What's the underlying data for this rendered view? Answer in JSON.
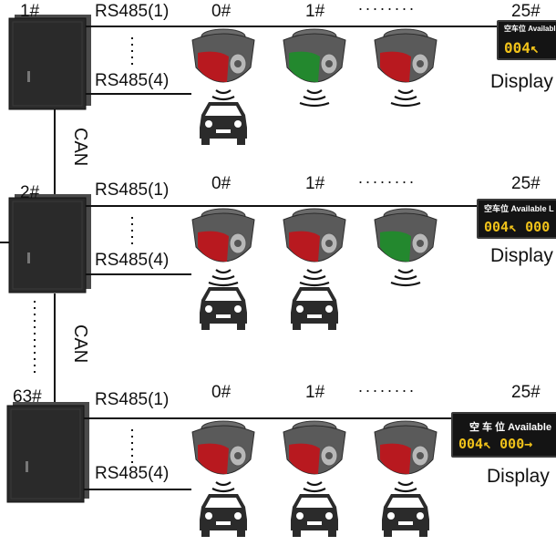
{
  "rows": [
    {
      "controller_id": "1#",
      "port_first": "RS485(1)",
      "port_last": "RS485(4)",
      "sensor_first": "0#",
      "sensor_second": "1#",
      "sensor_last": "25#",
      "sensor_lights": [
        "red",
        "green",
        "red"
      ],
      "cars": 1,
      "display_label": "Display",
      "display_top": "空车位 Available Lots",
      "display_value": "004↖"
    },
    {
      "controller_id": "2#",
      "port_first": "RS485(1)",
      "port_last": "RS485(4)",
      "sensor_first": "0#",
      "sensor_second": "1#",
      "sensor_last": "25#",
      "sensor_lights": [
        "red",
        "red",
        "green"
      ],
      "cars": 2,
      "display_label": "Display",
      "display_top": "空车位 Available L",
      "display_value": "004↖ 000"
    },
    {
      "controller_id": "63#",
      "port_first": "RS485(1)",
      "port_last": "RS485(4)",
      "sensor_first": "0#",
      "sensor_second": "1#",
      "sensor_last": "25#",
      "sensor_lights": [
        "red",
        "red",
        "red"
      ],
      "cars": 3,
      "display_label": "Display",
      "display_top": "空 车 位 Available",
      "display_value": "004↖ 000→"
    }
  ],
  "links": [
    "CAN",
    "CAN"
  ],
  "colors": {
    "red": "#c0141a",
    "green": "#1e8c2a",
    "housing": "#5a5a5a",
    "box": "#2a2a2a"
  }
}
